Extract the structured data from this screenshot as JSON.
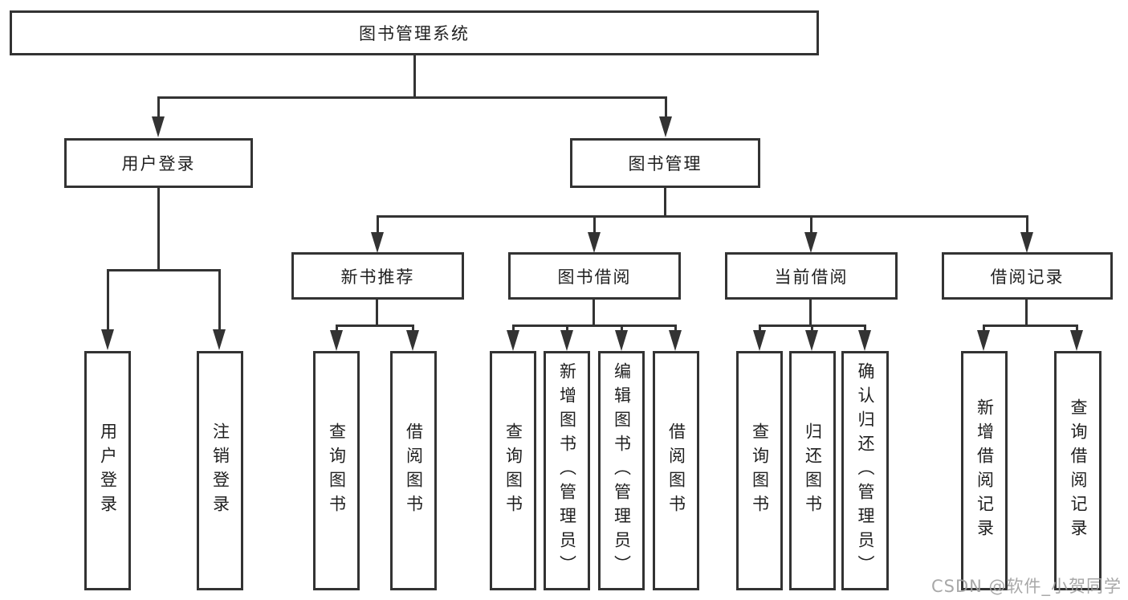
{
  "diagram_type": "hierarchy-tree",
  "colors": {
    "line": "#333333",
    "text": "#1f1f1f",
    "background": "#ffffff",
    "watermark": "#9e9e9e"
  },
  "icons": {
    "arrowhead": "solid-triangle-down"
  },
  "tree": {
    "root": "图书管理系统",
    "branches": [
      {
        "label": "用户登录",
        "children": [
          "用户登录",
          "注销登录"
        ]
      },
      {
        "label": "图书管理",
        "children": [
          {
            "label": "新书推荐",
            "children": [
              "查询图书",
              "借阅图书"
            ]
          },
          {
            "label": "图书借阅",
            "children": [
              "查询图书",
              "新增图书（管理员）",
              "编辑图书（管理员）",
              "借阅图书"
            ]
          },
          {
            "label": "当前借阅",
            "children": [
              "查询图书",
              "归还图书",
              "确认归还（管理员）"
            ]
          },
          {
            "label": "借阅记录",
            "children": [
              "新增借阅记录",
              "查询借阅记录"
            ]
          }
        ]
      }
    ]
  },
  "watermark": "CSDN @软件_小贺同学"
}
